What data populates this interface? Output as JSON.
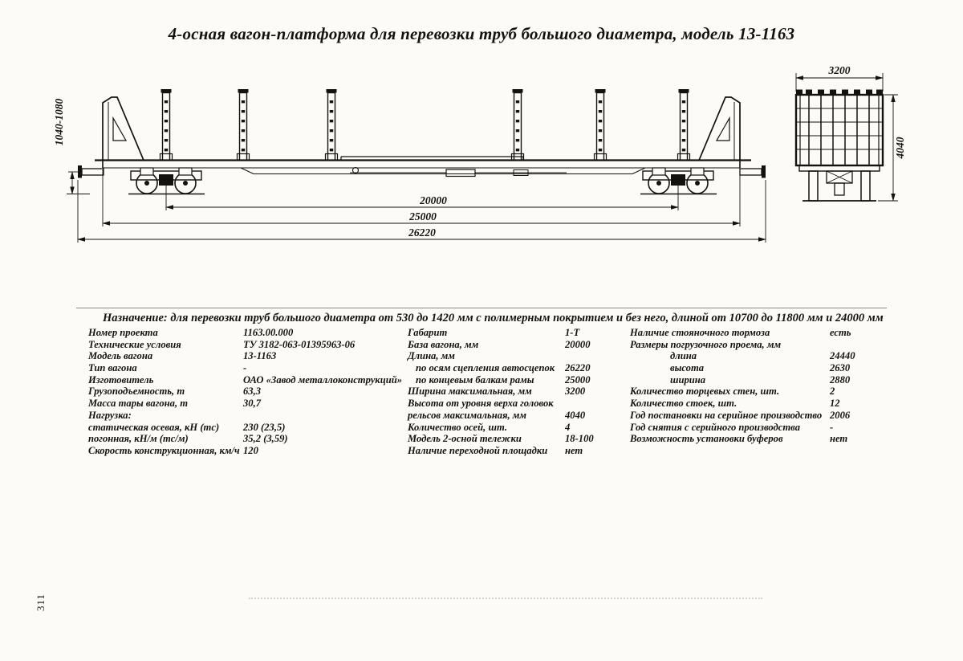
{
  "page": {
    "title": "4-осная вагон-платформа для перевозки труб большого диаметра, модель 13-1163",
    "page_number": "311",
    "purpose": "Назначение: для перевозки труб большого диаметра от 530 до 1420 мм с полимерным покрытием и без него, длиной от 10700 до 11800 мм и 24000 мм"
  },
  "drawing": {
    "dims": {
      "coupler_height": "1040-1080",
      "wheelbase": "20000",
      "frame_length": "25000",
      "overall_length": "26220",
      "body_width": "3200",
      "body_height": "4040"
    }
  },
  "specs": {
    "col1": [
      {
        "label": "Номер проекта",
        "value": "1163.00.000",
        "indent": 0
      },
      {
        "label": "Технические условия",
        "value": "ТУ 3182-063-01395963-06",
        "indent": 0
      },
      {
        "label": "Модель вагона",
        "value": "13-1163",
        "indent": 0
      },
      {
        "label": "Тип вагона",
        "value": "-",
        "indent": 0
      },
      {
        "label": "Изготовитель",
        "value": "ОАО «Завод металлоконструкций»",
        "indent": 0
      },
      {
        "label": "Грузоподъемность, т",
        "value": "63,3",
        "indent": 0
      },
      {
        "label": "Масса тары вагона, т",
        "value": "30,7",
        "indent": 0
      },
      {
        "label": "Нагрузка:",
        "value": "",
        "indent": 0
      },
      {
        "label": "статическая осевая, кН (тс)",
        "value": "230 (23,5)",
        "indent": 0
      },
      {
        "label": "погонная, кН/м (тс/м)",
        "value": "35,2 (3,59)",
        "indent": 0
      },
      {
        "label": "Скорость конструкционная, км/ч",
        "value": "120",
        "indent": 0
      }
    ],
    "col2": [
      {
        "label": "Габарит",
        "value": "1-Т",
        "indent": 0
      },
      {
        "label": "База вагона, мм",
        "value": "20000",
        "indent": 0
      },
      {
        "label": "Длина, мм",
        "value": "",
        "indent": 0
      },
      {
        "label": "по осям сцепления автосцепок",
        "value": "26220",
        "indent": 1
      },
      {
        "label": "по концевым балкам рамы",
        "value": "25000",
        "indent": 1
      },
      {
        "label": "Ширина максимальная, мм",
        "value": "3200",
        "indent": 0
      },
      {
        "label": "Высота от уровня верха головок",
        "value": "",
        "indent": 0
      },
      {
        "label": "рельсов максимальная, мм",
        "value": "4040",
        "indent": 0
      },
      {
        "label": "Количество осей, шт.",
        "value": "4",
        "indent": 0
      },
      {
        "label": "Модель 2-осной тележки",
        "value": "18-100",
        "indent": 0
      },
      {
        "label": "Наличие переходной площадки",
        "value": "нет",
        "indent": 0
      }
    ],
    "col3": [
      {
        "label": "Наличие стояночного тормоза",
        "value": "есть",
        "indent": 0
      },
      {
        "label": "Размеры погрузочного проема, мм",
        "value": "",
        "indent": 0
      },
      {
        "label": "длина",
        "value": "24440",
        "indent": 2
      },
      {
        "label": "высота",
        "value": "2630",
        "indent": 2
      },
      {
        "label": "ширина",
        "value": "2880",
        "indent": 2
      },
      {
        "label": "Количество торцевых стен, шт.",
        "value": "2",
        "indent": 0
      },
      {
        "label": "Количество стоек, шт.",
        "value": "12",
        "indent": 0
      },
      {
        "label": "Год постановки на серийное производство",
        "value": "2006",
        "indent": 0
      },
      {
        "label": "Год снятия с серийного производства",
        "value": "-",
        "indent": 0
      },
      {
        "label": "Возможность установки буферов",
        "value": "нет",
        "indent": 0
      }
    ]
  }
}
